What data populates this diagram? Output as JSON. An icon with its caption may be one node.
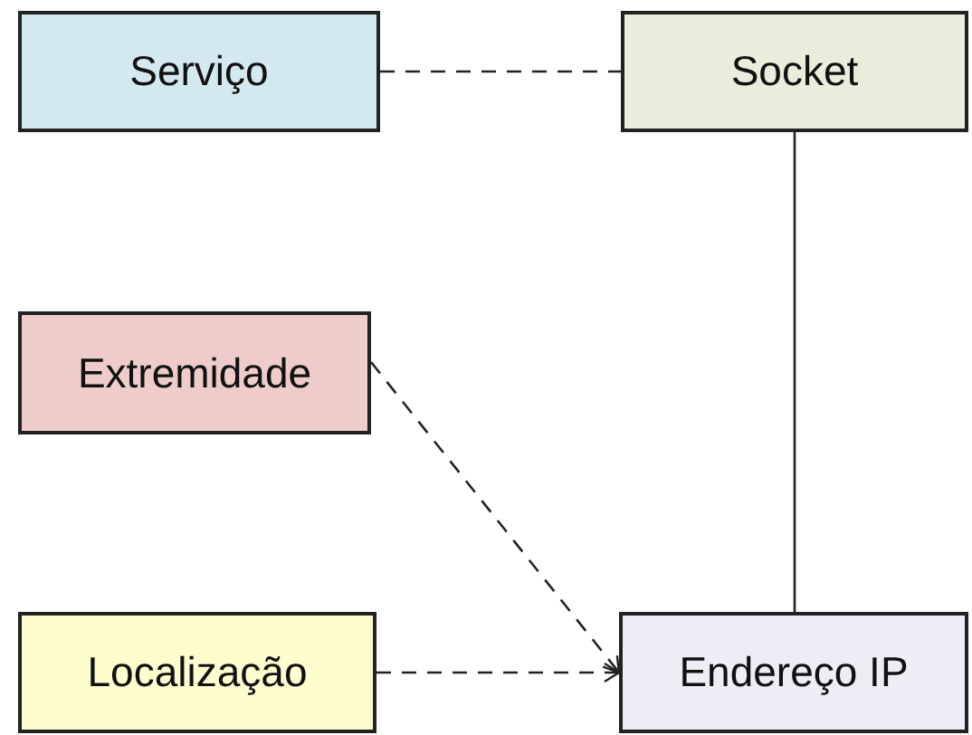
{
  "diagram": {
    "nodes": [
      {
        "text": [
          "Serviço"
        ]
      },
      {
        "text": [
          "Socket"
        ]
      },
      {
        "text": [
          "Extremidade"
        ]
      },
      {
        "text": [
          "Localização"
        ]
      },
      {
        "text": [
          "Endereço IP"
        ]
      }
    ],
    "edges": [
      {
        "from": 0,
        "to": 1,
        "arrow": "none",
        "style": "dashed"
      },
      {
        "from": 1,
        "to": 4,
        "arrow": "none"
      },
      {
        "from": 2,
        "to": 4,
        "arrow": "to",
        "style": "dashed"
      },
      {
        "from": 3,
        "to": 4,
        "arrow": "to",
        "style": "dashed"
      }
    ]
  }
}
